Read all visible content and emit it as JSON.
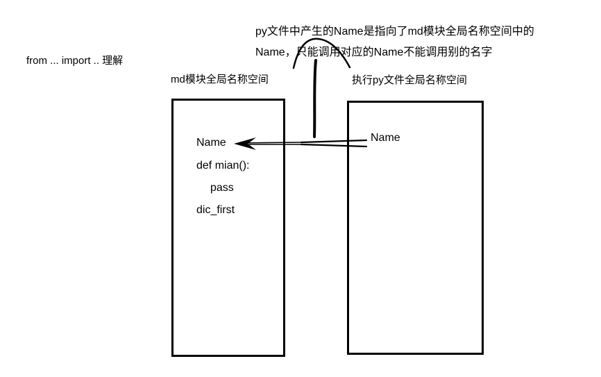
{
  "page": {
    "background": "#ffffff",
    "ink": "#000000"
  },
  "title": "from ... import  ..  理解",
  "annotation": {
    "line1": "py文件中产生的Name是指向了md模块全局名称空间中的",
    "line2": "Name，只能调用对应的Name不能调用别的名字"
  },
  "md_box": {
    "label": "md模块全局名称空间",
    "items": [
      "Name",
      "def  mian():",
      "pass",
      "dic_first"
    ]
  },
  "py_box": {
    "label": "执行py文件全局名称空间",
    "items": [
      "Name"
    ]
  }
}
